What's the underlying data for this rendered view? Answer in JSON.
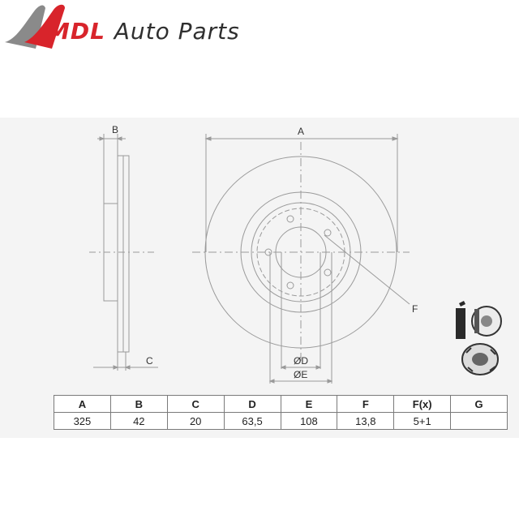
{
  "logo": {
    "brand_mark": "MDL",
    "brand_rest": "Auto Parts"
  },
  "drawing": {
    "dim_a": "A",
    "dim_b": "B",
    "dim_c": "C",
    "dim_f": "F",
    "dim_d": "ØD",
    "dim_e": "ØE"
  },
  "table": {
    "headers": [
      "A",
      "B",
      "C",
      "D",
      "E",
      "F",
      "F(x)",
      "G"
    ],
    "values": [
      "325",
      "42",
      "20",
      "63,5",
      "108",
      "13,8",
      "5+1",
      ""
    ]
  }
}
